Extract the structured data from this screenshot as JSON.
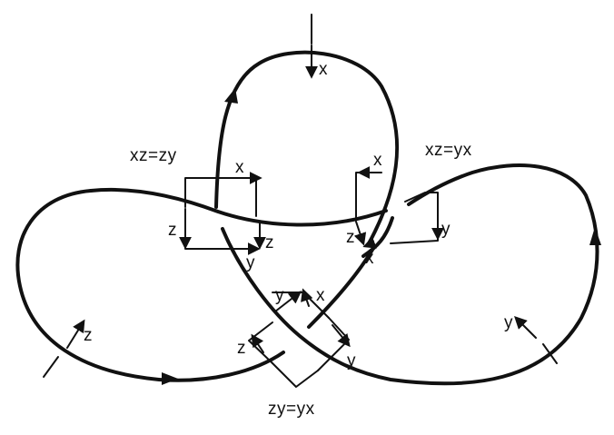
{
  "diagram": {
    "relations": {
      "left": "xz=zy",
      "right": "xz=yx",
      "bottom": "zy=yx"
    },
    "strand_labels": {
      "top": "x",
      "left": "z",
      "right": "y"
    },
    "crossing_left": {
      "top": "x",
      "side": "z",
      "under_right": "z",
      "under_bottom": "y"
    },
    "crossing_right": {
      "top": "x",
      "side": "z",
      "under_right": "y",
      "under_bottom": "x"
    },
    "crossing_bottom": {
      "up_left": "y",
      "up_right": "x",
      "side": "z",
      "under_right": "y"
    },
    "ink_color": "#111111"
  }
}
